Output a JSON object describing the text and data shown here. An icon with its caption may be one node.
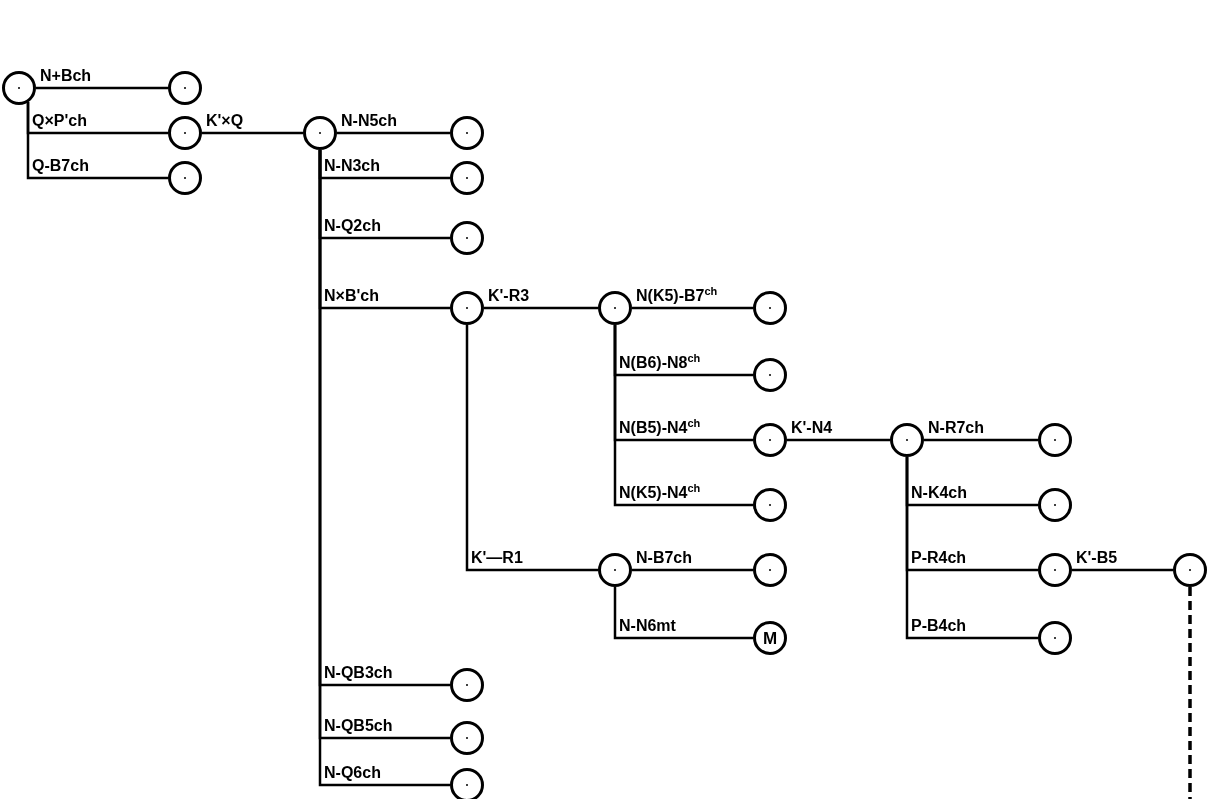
{
  "diagram": {
    "nodes": [
      {
        "text": [],
        "shape": "circle"
      },
      {
        "text": [],
        "shape": "circle"
      },
      {
        "text": [],
        "shape": "circle"
      },
      {
        "text": [],
        "shape": "circle"
      },
      {
        "text": [],
        "shape": "circle"
      },
      {
        "text": [],
        "shape": "circle"
      },
      {
        "text": [],
        "shape": "circle"
      },
      {
        "text": [],
        "shape": "circle"
      },
      {
        "text": [],
        "shape": "circle"
      },
      {
        "text": [],
        "shape": "circle"
      },
      {
        "text": [],
        "shape": "circle"
      },
      {
        "text": [],
        "shape": "circle"
      },
      {
        "text": [],
        "shape": "circle"
      },
      {
        "text": [],
        "shape": "circle"
      },
      {
        "text": [],
        "shape": "circle"
      },
      {
        "text": [],
        "shape": "circle"
      },
      {
        "text": [
          "M"
        ]
      },
      {
        "text": [],
        "shape": "circle"
      },
      {
        "text": [],
        "shape": "circle"
      },
      {
        "text": [],
        "shape": "circle"
      },
      {
        "text": [],
        "shape": "circle"
      },
      {
        "text": [],
        "shape": "circle"
      },
      {
        "text": [],
        "shape": "circle"
      },
      {
        "text": [],
        "shape": "circle"
      },
      {
        "text": [],
        "shape": "circle"
      },
      {
        "text": [],
        "shape": "circle"
      }
    ],
    "edges": [
      {
        "from": 0,
        "to": 1,
        "label": "N+Bch",
        "arrow": "none"
      },
      {
        "from": 0,
        "to": 2,
        "label": "Q×P'ch",
        "arrow": "none"
      },
      {
        "from": 0,
        "to": 3,
        "label": "Q-B7ch",
        "arrow": "none"
      },
      {
        "from": 2,
        "to": 4,
        "label": "K'×Q",
        "arrow": "none"
      },
      {
        "from": 4,
        "to": 5,
        "label": "N-N5ch",
        "arrow": "none"
      },
      {
        "from": 4,
        "to": 6,
        "label": "N-N3ch",
        "arrow": "none"
      },
      {
        "from": 4,
        "to": 7,
        "label": "N-Q2ch",
        "arrow": "none"
      },
      {
        "from": 4,
        "to": 8,
        "label": "N×B'ch",
        "arrow": "none"
      },
      {
        "from": 8,
        "to": 9,
        "label": "K'-R3",
        "arrow": "none"
      },
      {
        "from": 9,
        "to": 10,
        "label": "N(K5)-B7$^{ch}$",
        "arrow": "none"
      },
      {
        "from": 9,
        "to": 11,
        "label": "N(B6)-N8$^{ch}$",
        "arrow": "none"
      },
      {
        "from": 9,
        "to": 12,
        "label": "N(B5)-N4$^{ch}$",
        "arrow": "none"
      },
      {
        "from": 9,
        "to": 13,
        "label": "N(K5)-N4$^{ch}$",
        "arrow": "none"
      },
      {
        "from": 8,
        "to": 14,
        "label": "K'—R1",
        "arrow": "none"
      },
      {
        "from": 14,
        "to": 15,
        "label": "N-B7ch",
        "arrow": "none"
      },
      {
        "from": 14,
        "to": 16,
        "label": "N-N6mt",
        "arrow": "none"
      },
      {
        "from": 12,
        "to": 17,
        "label": "K'-N4",
        "arrow": "none"
      },
      {
        "from": 17,
        "to": 18,
        "label": "N-R7ch",
        "arrow": "none"
      },
      {
        "from": 17,
        "to": 19,
        "label": "N-K4ch",
        "arrow": "none"
      },
      {
        "from": 17,
        "to": 20,
        "label": "P-R4ch",
        "arrow": "none"
      },
      {
        "from": 17,
        "to": 21,
        "label": "P-B4ch",
        "arrow": "none"
      },
      {
        "from": 20,
        "to": 22,
        "label": "K'-B5",
        "arrow": "none"
      },
      {
        "from": 4,
        "to": 23,
        "label": "N-QB3ch",
        "arrow": "none"
      },
      {
        "from": 4,
        "to": 24,
        "label": "N-QB5ch",
        "arrow": "none"
      },
      {
        "from": 4,
        "to": 25,
        "label": "N-Q6ch",
        "arrow": "none"
      },
      {
        "from": 22,
        "to": null,
        "arrow": "none",
        "style": "dashed"
      }
    ]
  }
}
